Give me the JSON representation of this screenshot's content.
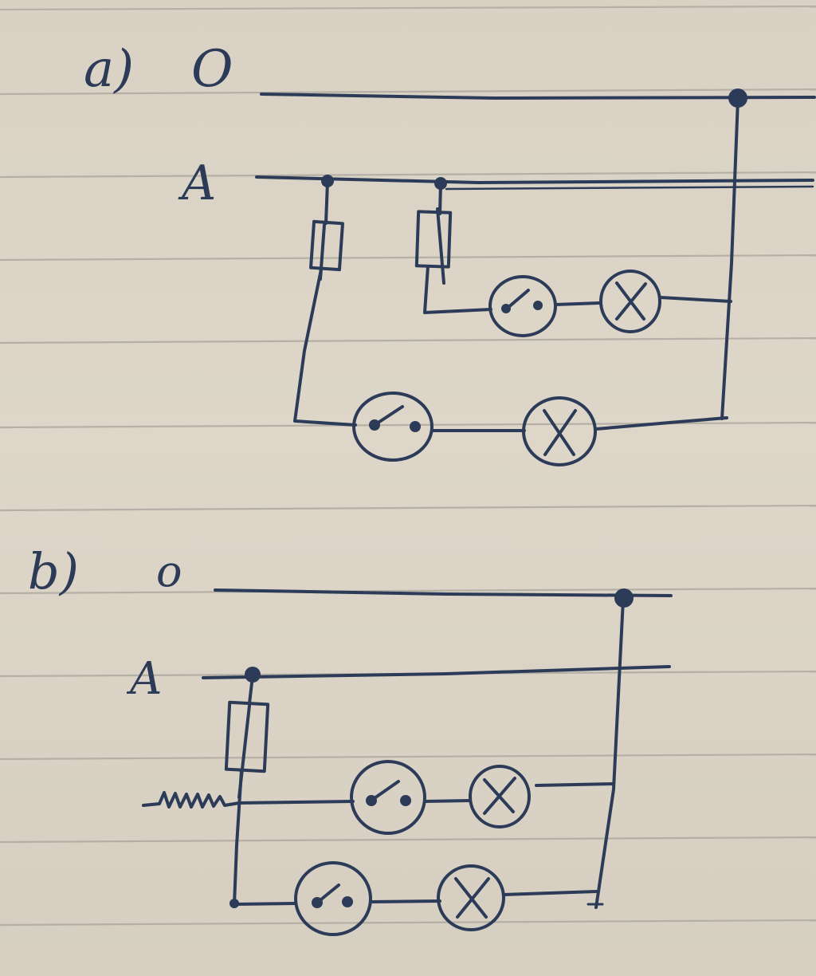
{
  "diagram_a": {
    "label": "a)",
    "neutral_label": "O",
    "phase_label": "A"
  },
  "diagram_b": {
    "label": "b)",
    "neutral_label": "o",
    "phase_label": "A"
  },
  "colors": {
    "paper": "#ddd6c8",
    "ink": "#2c3b57",
    "ruled_line": "#a9a49c"
  }
}
